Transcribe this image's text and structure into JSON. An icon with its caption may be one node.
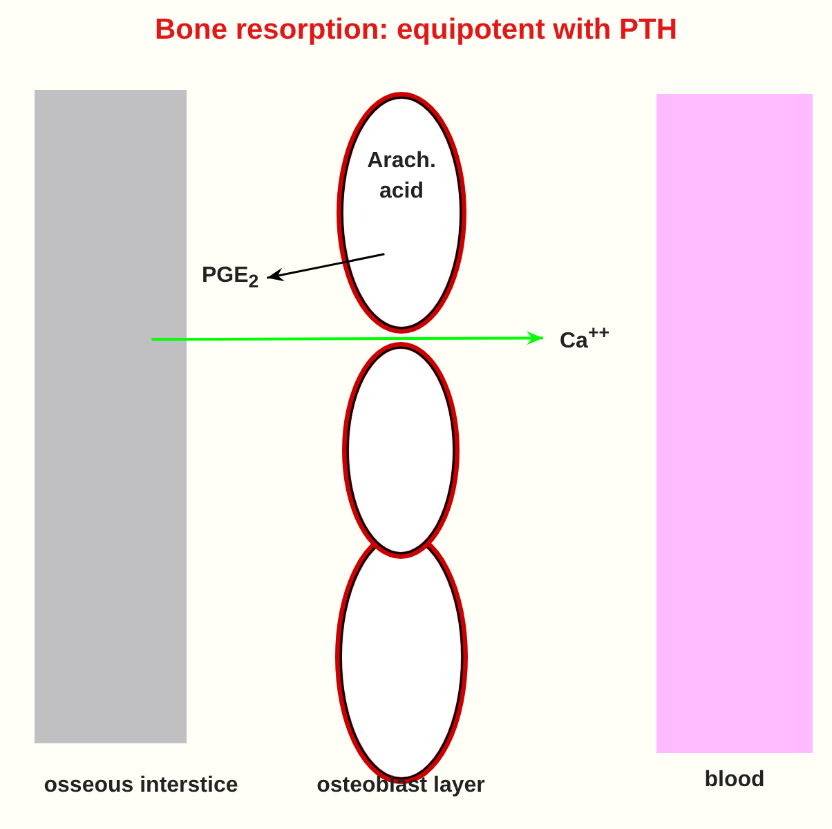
{
  "diagram": {
    "title": "Bone resorption: equipotent with PTH",
    "nodes": [
      {
        "text": [
          "osseous interstice"
        ]
      },
      {
        "text": [
          "Arach. acid"
        ]
      },
      {
        "text": [],
        "shape": "ellipse"
      },
      {
        "text": [],
        "shape": "ellipse"
      },
      {
        "text": [
          "blood"
        ]
      },
      {
        "text": [
          "PGE$_{2}$"
        ]
      },
      {
        "text": [
          "Ca$^{++}$"
        ]
      }
    ],
    "edges": [
      {
        "from": 1,
        "to": 5,
        "arrow": "to"
      },
      {
        "from": 0,
        "to": 6,
        "arrow": "to",
        "color": "#00ff00"
      }
    ],
    "labels": [
      "osteoblast layer"
    ]
  }
}
